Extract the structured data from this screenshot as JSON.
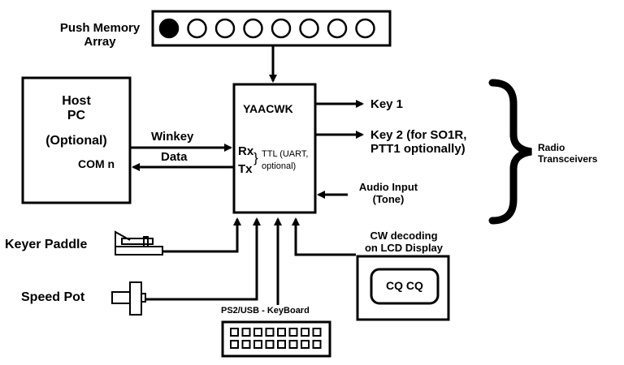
{
  "memory_array": {
    "label_line1": "Push Memory",
    "label_line2": "Array",
    "button_count": 8,
    "active_index": 0
  },
  "host": {
    "title_line1": "Host",
    "title_line2": "PC",
    "subtitle": "(Optional)",
    "port": "COM n"
  },
  "link": {
    "label_line1": "Winkey",
    "label_line2": "Data"
  },
  "core": {
    "title": "YAACWK",
    "rx": "Rx",
    "tx": "Tx",
    "ttl_line1": "TTL (UART,",
    "ttl_line2": "optional)"
  },
  "outputs": {
    "key1": "Key 1",
    "key2_line1": "Key 2 (for SO1R,",
    "key2_line2": "PTT1 optionally)"
  },
  "audio": {
    "line1": "Audio Input",
    "line2": "(Tone)"
  },
  "radio": {
    "line1": "Radio",
    "line2": "Transceivers"
  },
  "inputs": {
    "paddle": "Keyer Paddle",
    "speed_pot": "Speed Pot",
    "keyboard": "PS2/USB - KeyBoard"
  },
  "display": {
    "label_line1": "CW decoding",
    "label_line2": "on LCD Display",
    "screen_text": "CQ CQ"
  }
}
